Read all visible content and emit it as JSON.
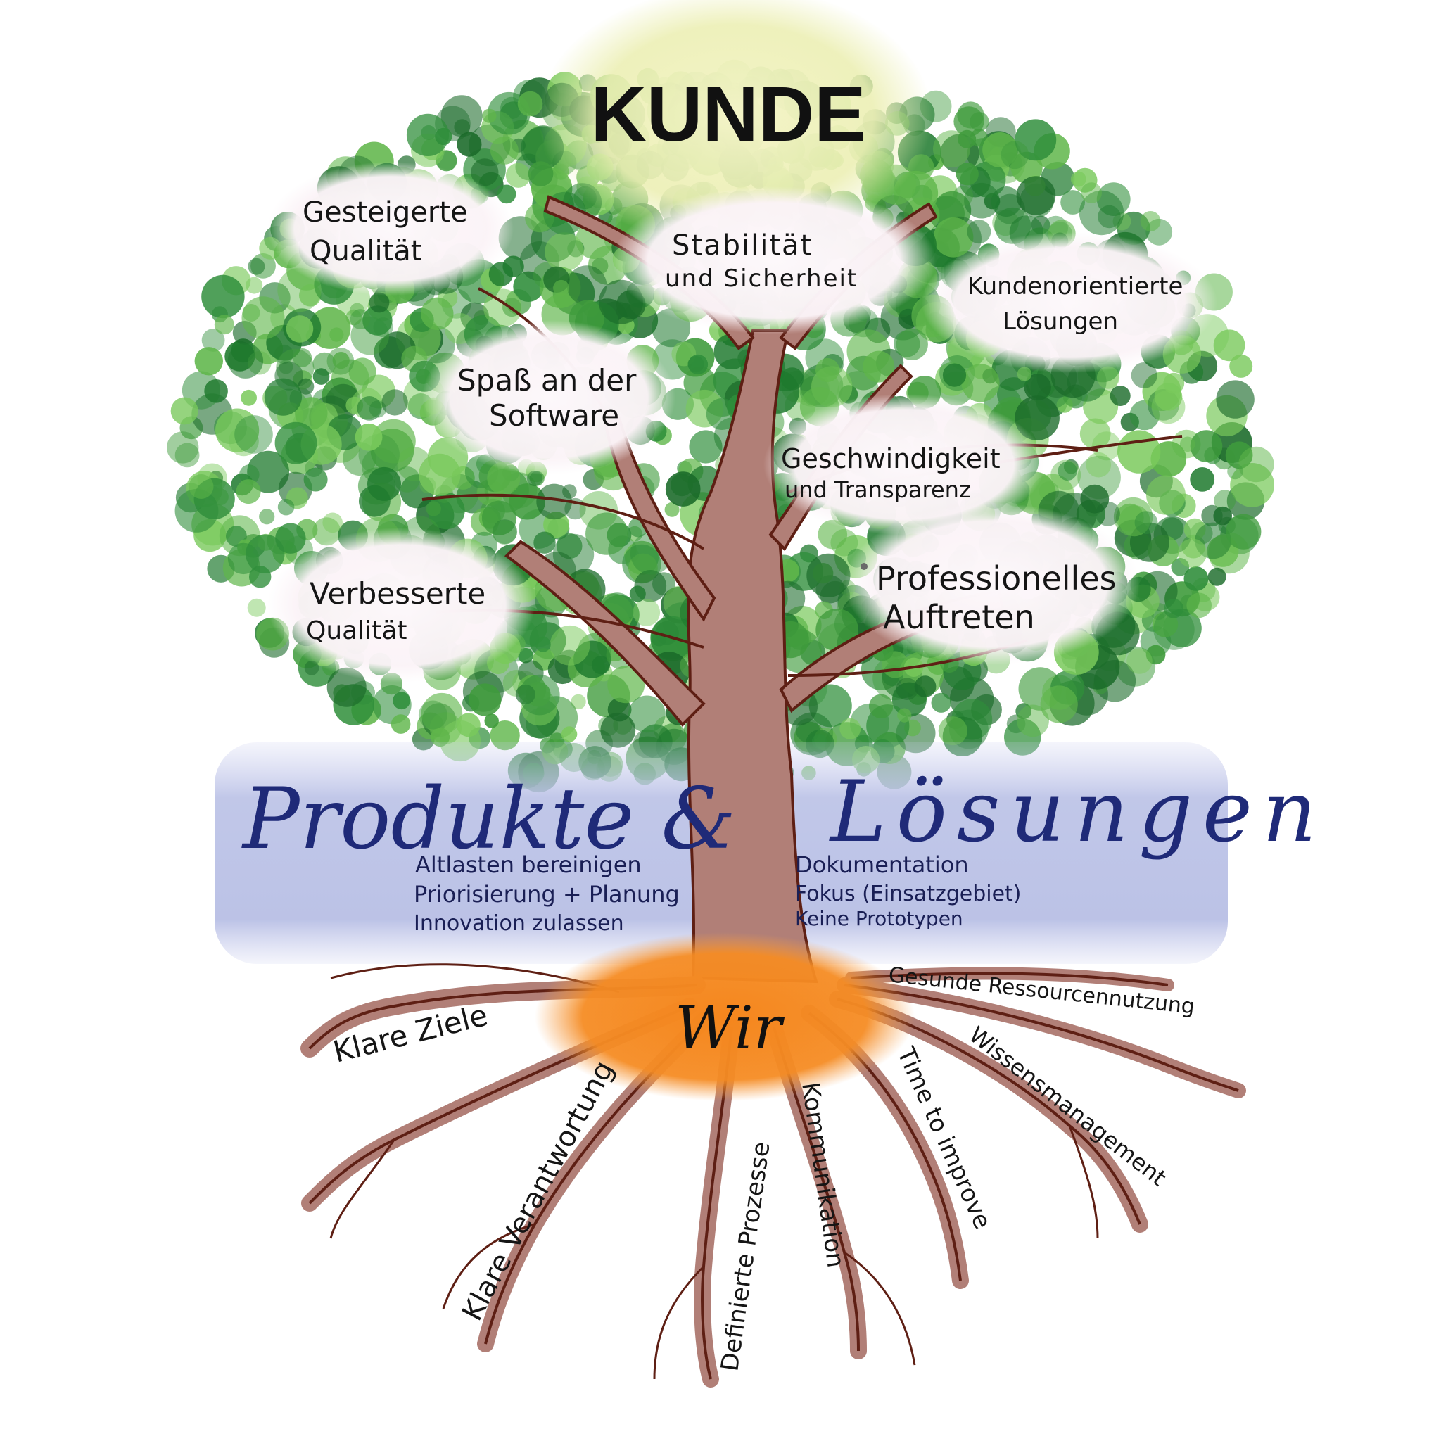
{
  "crown_top": "KUNDE",
  "benefits": [
    {
      "id": "gesteigerte-qualitaet",
      "lines": [
        "Gesteigerte",
        "Qualität"
      ]
    },
    {
      "id": "stabilitaet",
      "lines": [
        "Stabilität",
        "und Sicherheit"
      ]
    },
    {
      "id": "kundenorientierte-loesungen",
      "lines": [
        "Kundenorientierte",
        "Lösungen"
      ]
    },
    {
      "id": "spass",
      "lines": [
        "Spaß an der",
        "Software"
      ]
    },
    {
      "id": "geschwindigkeit",
      "lines": [
        "Geschwindigkeit",
        "und Transparenz"
      ]
    },
    {
      "id": "verbesserte-qualitaet",
      "lines": [
        "Verbesserte",
        "Qualität"
      ]
    },
    {
      "id": "professionelles-auftreten",
      "lines": [
        "Professionelles",
        "Auftreten"
      ]
    }
  ],
  "band": {
    "left_title": "Produkte &",
    "right_title": "Lösungen",
    "left_items": [
      "Altlasten bereinigen",
      "Priorisierung + Planung",
      "Innovation zulassen"
    ],
    "right_items": [
      "Dokumentation",
      "Fokus (Einsatzgebiet)",
      "Keine Prototypen"
    ]
  },
  "core": "Wir",
  "roots": {
    "klare_ziele": "Klare Ziele",
    "klare_verantwortung": "Klare Verantwortung",
    "definierte_prozesse": "Definierte Prozesse",
    "kommunikation": "Kommunikation",
    "time_to_improve": "Time to improve",
    "wissensmanagement": "Wissensmanagement",
    "gesunde_ressourcennutzung": "Gesunde Ressourcennutzung"
  },
  "colors": {
    "foliage_dark": "#1f7a2e",
    "foliage_mid": "#3f9b3c",
    "foliage_light": "#79c95b",
    "sun_glow": "#eef0b8",
    "trunk": "#b07e76",
    "trunk_line": "#5e1f14",
    "band": "#b9c0e4",
    "band_title": "#1f2a78",
    "core": "#f5861d",
    "cloud": "#fbf5f8",
    "ink": "#151515"
  }
}
